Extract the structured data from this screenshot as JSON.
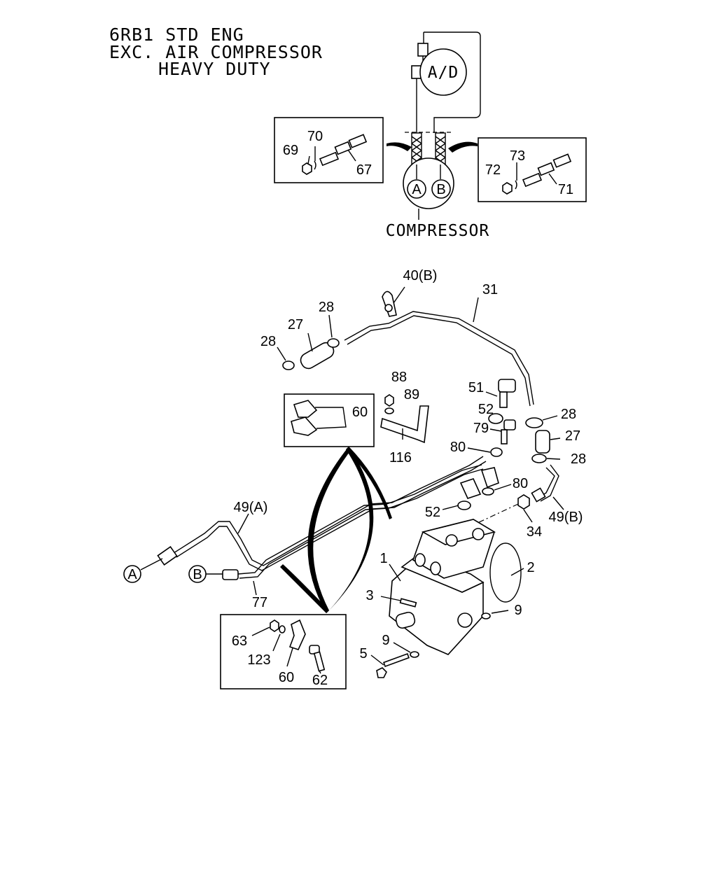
{
  "header": {
    "line1": "6RB1 STD ENG",
    "line2": "EXC. AIR COMPRESSOR",
    "line3": "HEAVY DUTY"
  },
  "top_diagram": {
    "ad_label": "A/D",
    "port_a": "A",
    "port_b": "B",
    "compressor_label": "COMPRESSOR"
  },
  "connectors": {
    "a": "A",
    "b": "B"
  },
  "callouts": {
    "c69": "69",
    "c70": "70",
    "c67": "67",
    "c72": "72",
    "c73": "73",
    "c71": "71",
    "c40b": "40(B)",
    "c31": "31",
    "c28a": "28",
    "c27a": "27",
    "c28b": "28",
    "c88": "88",
    "c89": "89",
    "c60a": "60",
    "c116": "116",
    "c51": "51",
    "c52a": "52",
    "c79": "79",
    "c80a": "80",
    "c28c": "28",
    "c27b": "27",
    "c28d": "28",
    "c80b": "80",
    "c52b": "52",
    "c49b": "49(B)",
    "c34": "34",
    "c49a": "49(A)",
    "c77": "77",
    "c1": "1",
    "c2": "2",
    "c3": "3",
    "c9a": "9",
    "c9b": "9",
    "c5": "5",
    "c63": "63",
    "c123": "123",
    "c60b": "60",
    "c62": "62"
  }
}
